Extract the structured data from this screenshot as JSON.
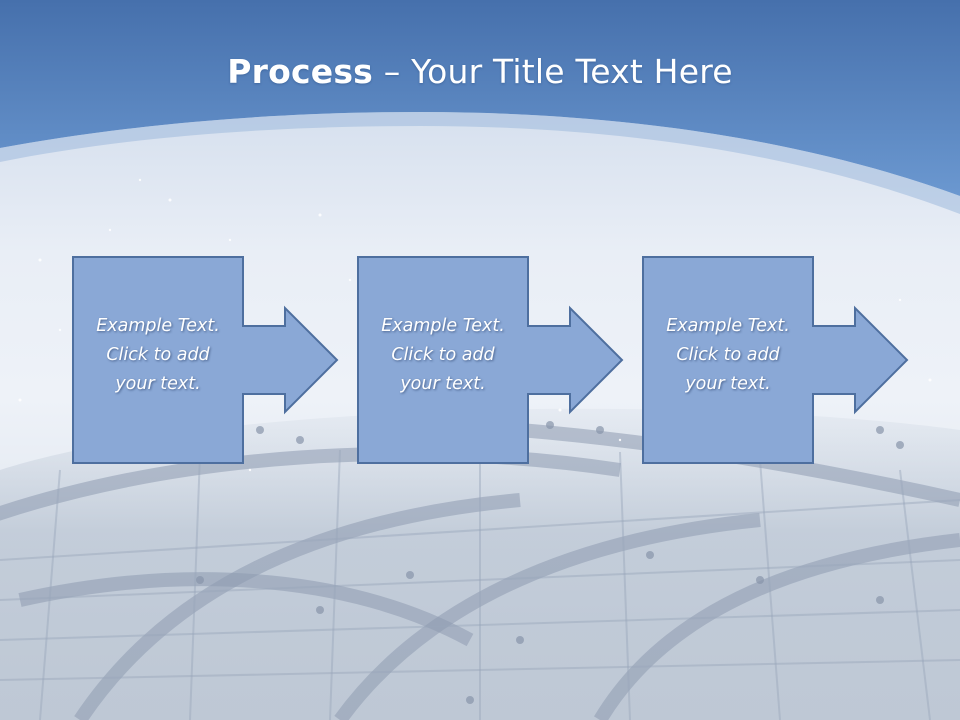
{
  "title": {
    "bold": "Process",
    "rest": " – Your Title Text Here"
  },
  "steps": [
    {
      "lines": [
        "Example Text.",
        "Click  to add",
        "your text."
      ]
    },
    {
      "lines": [
        "Example Text.",
        "Click  to add",
        "your text."
      ]
    },
    {
      "lines": [
        "Example Text.",
        "Click  to add",
        "your text."
      ]
    }
  ],
  "colors": {
    "header_top": "#4a78b4",
    "header_bottom": "#6a98cf",
    "box_fill": "#8aa8d6",
    "box_border": "#4e6f9f"
  }
}
